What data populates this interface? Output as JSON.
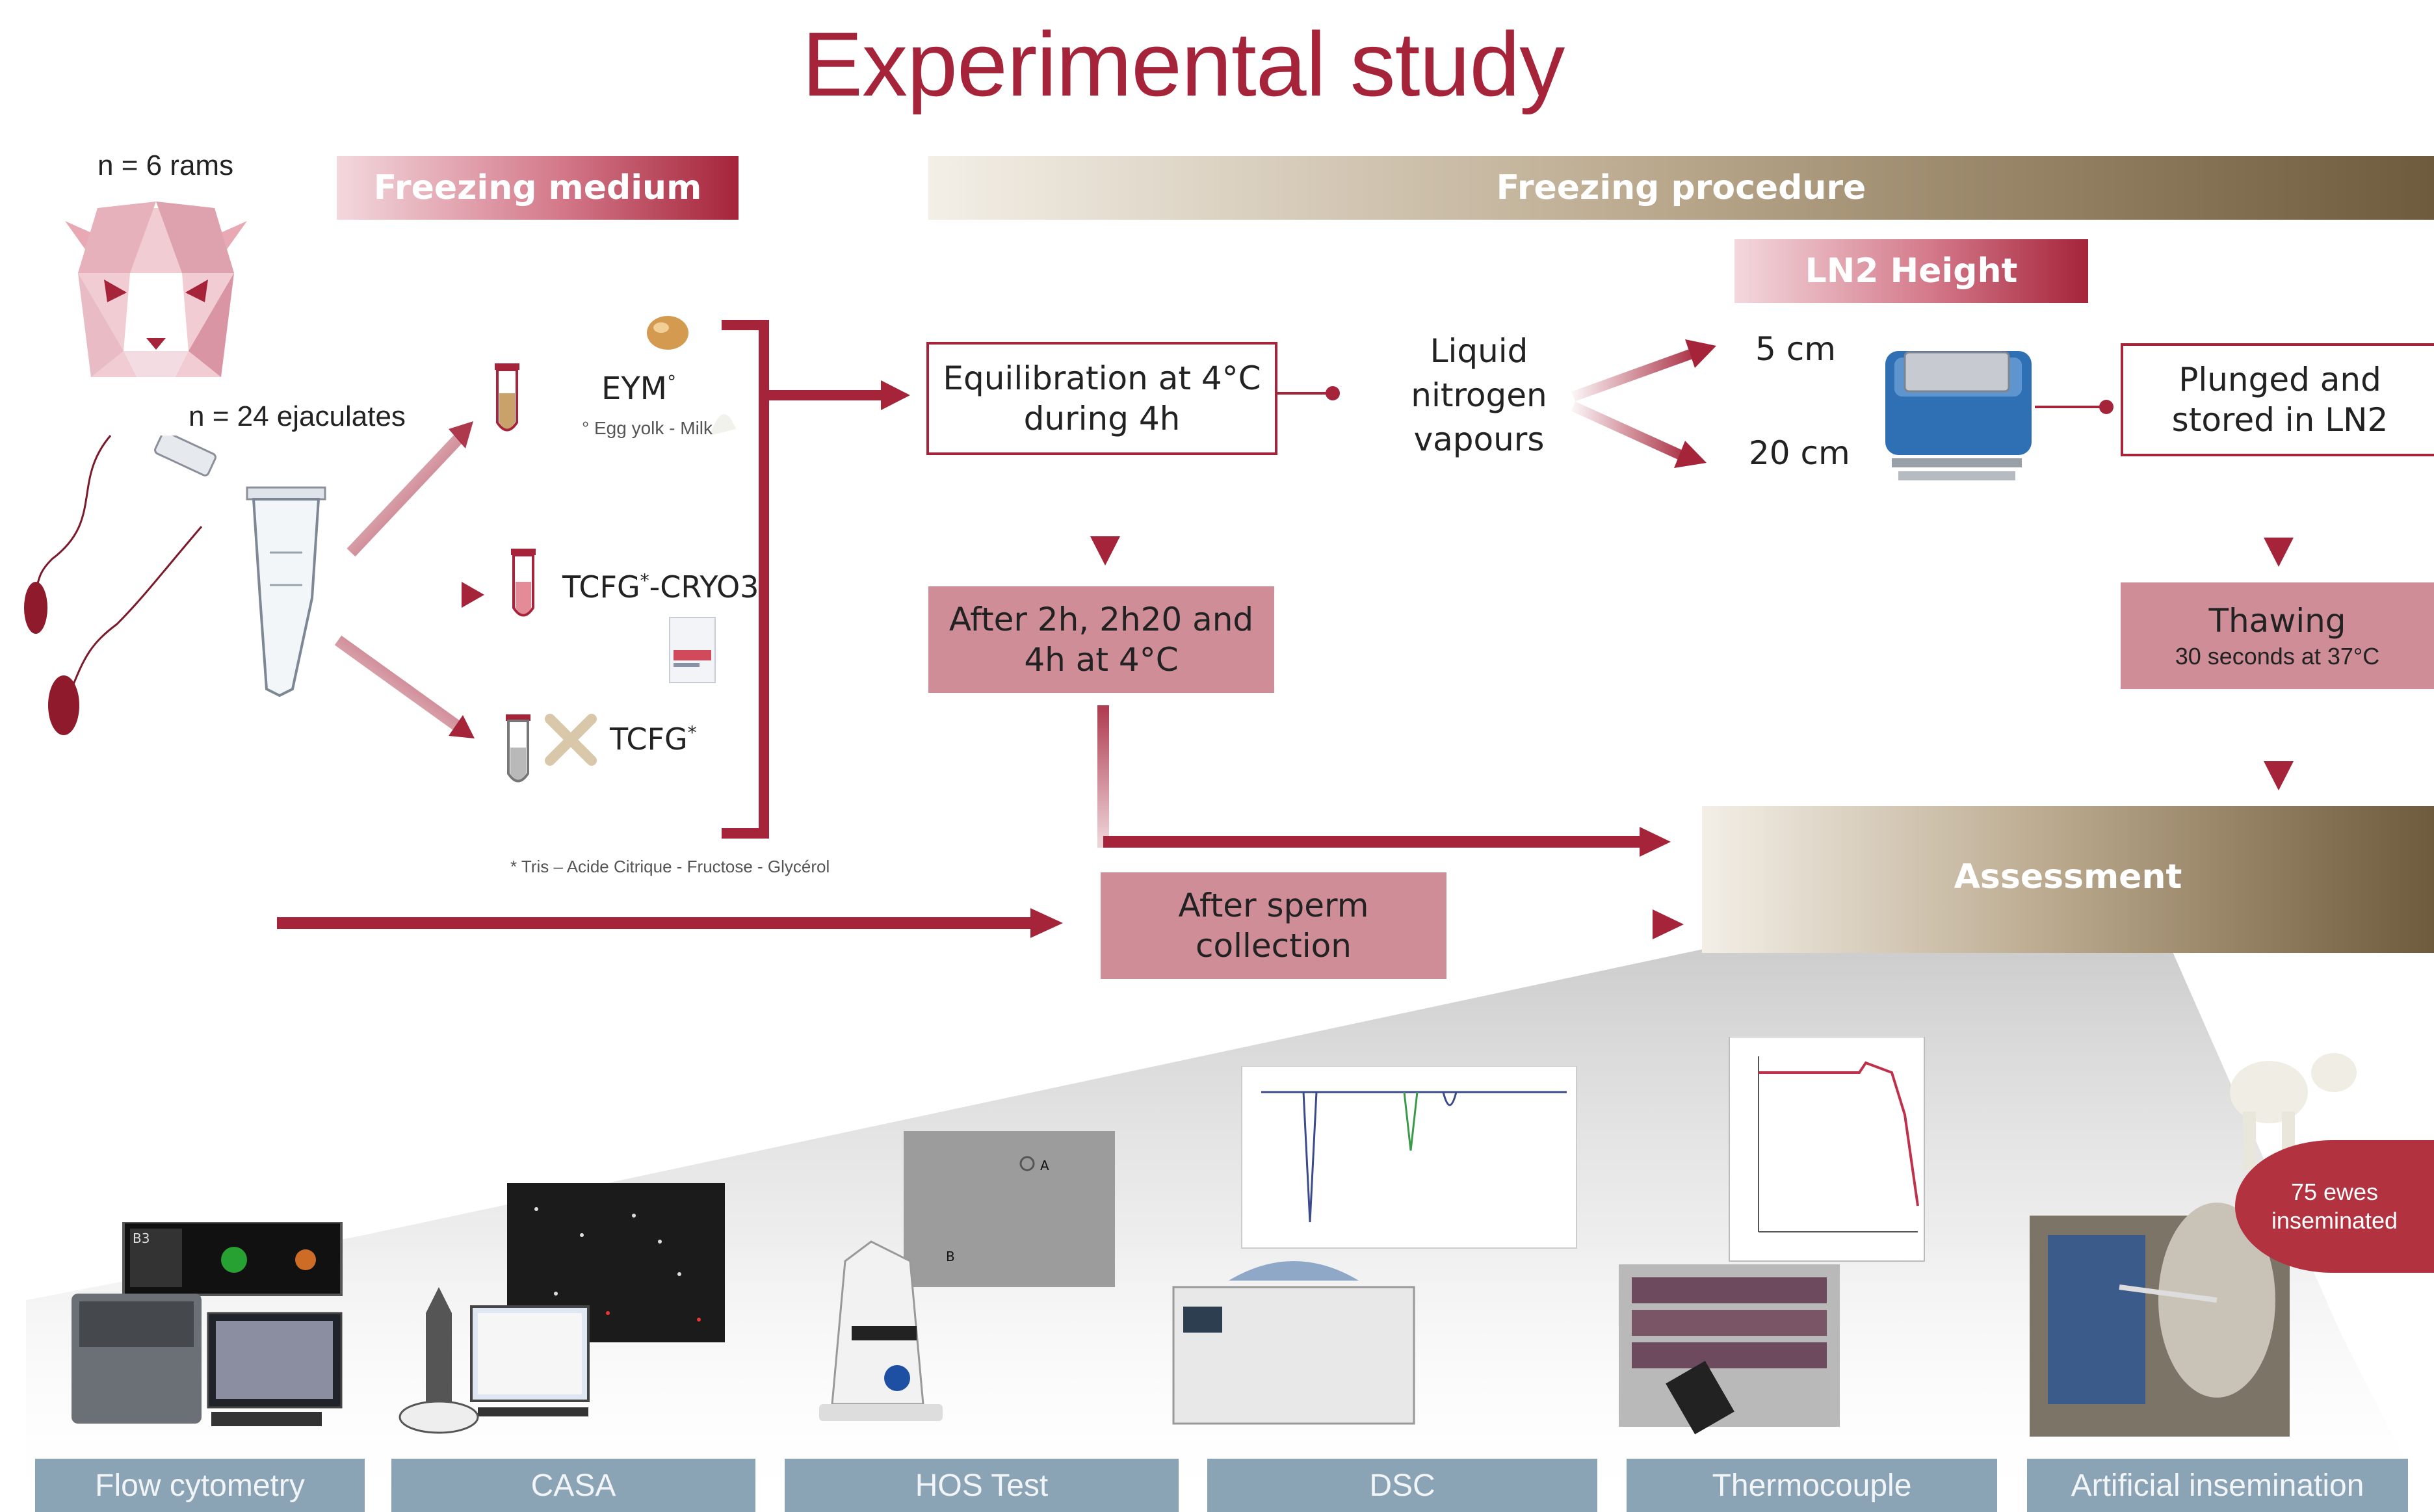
{
  "title": "Experimental study",
  "rams_label": "n = 6 rams",
  "ejaculates_label": "n = 24 ejaculates",
  "freezing_medium": {
    "header": "Freezing medium",
    "eym_label": "EYM",
    "eym_superscript": "°",
    "eym_note": "° Egg yolk - Milk",
    "tcfg_cryo3_prefix": "TCFG",
    "tcfg_cryo3_superscript": "*",
    "tcfg_cryo3_suffix": "-CRYO3",
    "tcfg_label": "TCFG",
    "tcfg_superscript": "*",
    "footnote": "* Tris – Acide Citrique - Fructose - Glycérol"
  },
  "freezing_procedure": {
    "header": "Freezing procedure",
    "ln2_height_header": "LN2 Height",
    "equilibration_line1": "Equilibration at 4°C",
    "equilibration_line2": "during 4h",
    "liquid_nitrogen_line1": "Liquid",
    "liquid_nitrogen_line2": "nitrogen",
    "liquid_nitrogen_line3": "vapours",
    "height_5": "5 cm",
    "height_20": "20 cm",
    "plunged_line1": "Plunged and",
    "plunged_line2": "stored in LN2",
    "after_line1": "After 2h, 2h20 and",
    "after_line2": "4h at 4°C",
    "thawing_title": "Thawing",
    "thawing_subtitle": "30 seconds at 37°C"
  },
  "assessment": {
    "header": "Assessment",
    "after_collection_line1": "After sperm",
    "after_collection_line2": "collection"
  },
  "ewes_line1": "75 ewes",
  "ewes_line2": "inseminated",
  "inset_labels": {
    "flow_tag": "B3",
    "hos_a": "A",
    "hos_b": "B"
  },
  "methods": [
    "Flow cytometry",
    "CASA",
    "HOS Test",
    "DSC",
    "Thermocouple",
    "Artificial insemination"
  ],
  "colors": {
    "accent": "#a5243a",
    "pink_box": "#cf8d98",
    "brown": "#6e5a3c",
    "footer": "#8aa3b5"
  }
}
